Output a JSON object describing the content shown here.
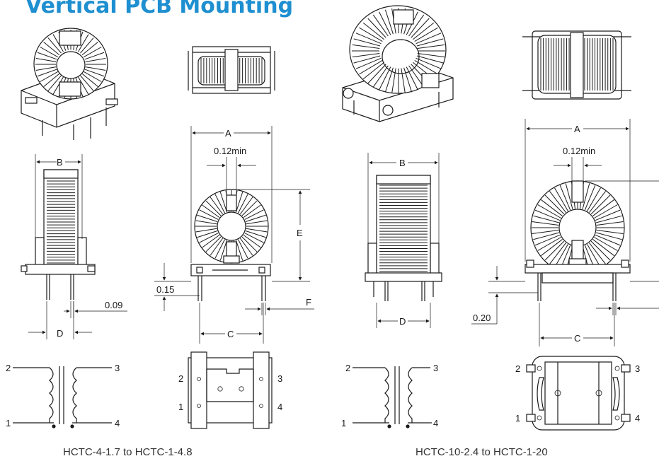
{
  "title": "Vertical PCB Mounting",
  "left_model": {
    "caption": "HCTC-4-1.7 to HCTC-1-4.8",
    "dims": {
      "A": "A",
      "B": "B",
      "C": "C",
      "D": "D",
      "E": "E",
      "F": "F",
      "min_gap": "0.12min",
      "standoff": "0.15",
      "pin": "0.09"
    },
    "pins": {
      "p1": "1",
      "p2": "2",
      "p3": "3",
      "p4": "4"
    }
  },
  "right_model": {
    "caption": "HCTC-10-2.4 to HCTC-1-20",
    "dims": {
      "A": "A",
      "B": "B",
      "C": "C",
      "D": "D",
      "min_gap": "0.12min",
      "standoff": "0.20"
    },
    "pins": {
      "p1": "1",
      "p2": "2",
      "p3": "3",
      "p4": "4"
    }
  },
  "colors": {
    "title": "#1e8fd0",
    "line": "#1a1a1a"
  }
}
